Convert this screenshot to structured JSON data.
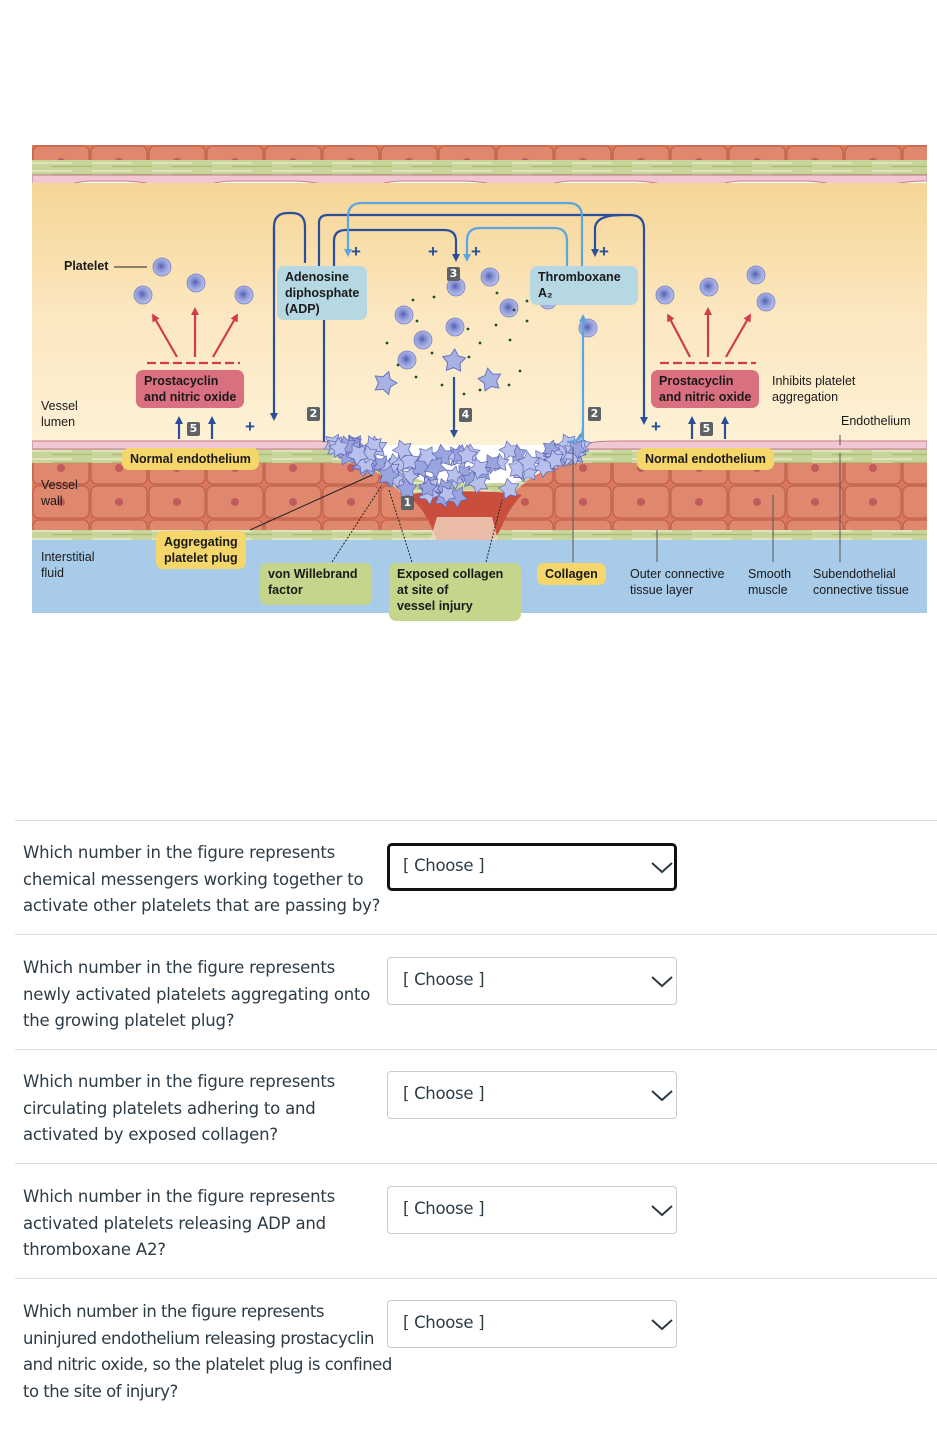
{
  "figure": {
    "labels": {
      "platelet": "Platelet",
      "vessel_lumen": [
        "Vessel",
        "lumen"
      ],
      "vessel_wall": [
        "Vessel",
        "wall"
      ],
      "interstitial_fluid": [
        "Interstitial",
        "fluid"
      ],
      "adp": [
        "Adenosine",
        "diphosphate",
        "(ADP)"
      ],
      "thromboxane": [
        "Thromboxane",
        "A₂"
      ],
      "prostacyclin_left": [
        "Prostacyclin",
        "and nitric oxide"
      ],
      "prostacyclin_right": [
        "Prostacyclin",
        "and nitric oxide"
      ],
      "inhibits": [
        "Inhibits platelet",
        "aggregation"
      ],
      "endothelium": "Endothelium",
      "normal_endothelium_left": "Normal endothelium",
      "normal_endothelium_right": "Normal endothelium",
      "aggregating_plug": [
        "Aggregating",
        "platelet plug"
      ],
      "von_willebrand": [
        "von Willebrand",
        "factor"
      ],
      "exposed_collagen": [
        "Exposed collagen",
        "at site of",
        "vessel injury"
      ],
      "collagen": "Collagen",
      "outer_connective": [
        "Outer connective",
        "tissue layer"
      ],
      "smooth_muscle": [
        "Smooth",
        "muscle"
      ],
      "subendothelial": [
        "Subendothelial",
        "connective tissue"
      ],
      "plus": "+"
    },
    "step_numbers": {
      "one": "1",
      "two": "2",
      "three": "3",
      "four": "4",
      "five": "5"
    },
    "colors": {
      "lumen": "#fbe7bf",
      "smooth_muscle": "#d9785f",
      "connective": "#c7d49a",
      "endothelium": "#f1c8d2",
      "interstitial": "#a7cbe9",
      "platelet": "#8f9ad4",
      "arrow_dark": "#2a4e9a",
      "arrow_light": "#5aa6e0",
      "arrow_red": "#d23b4a"
    }
  },
  "questions": [
    {
      "text": "Which number in the figure represents chemical messengers working together to activate other platelets that are passing by?",
      "select_value": "[ Choose ]"
    },
    {
      "text": "Which number in the figure represents newly activated platelets aggregating onto the growing platelet plug?",
      "select_value": "[ Choose ]"
    },
    {
      "text": "Which number in the figure represents circulating platelets adhering to and activated by exposed collagen?",
      "select_value": "[ Choose ]"
    },
    {
      "text": "Which number in the figure represents activated platelets releasing ADP and thromboxane A2?",
      "select_value": "[ Choose ]"
    },
    {
      "text": "Which number in the figure represents uninjured endothelium releasing prostacyclin and nitric oxide, so the platelet plug is confined to the site of injury?",
      "select_value": "[ Choose ]"
    }
  ]
}
